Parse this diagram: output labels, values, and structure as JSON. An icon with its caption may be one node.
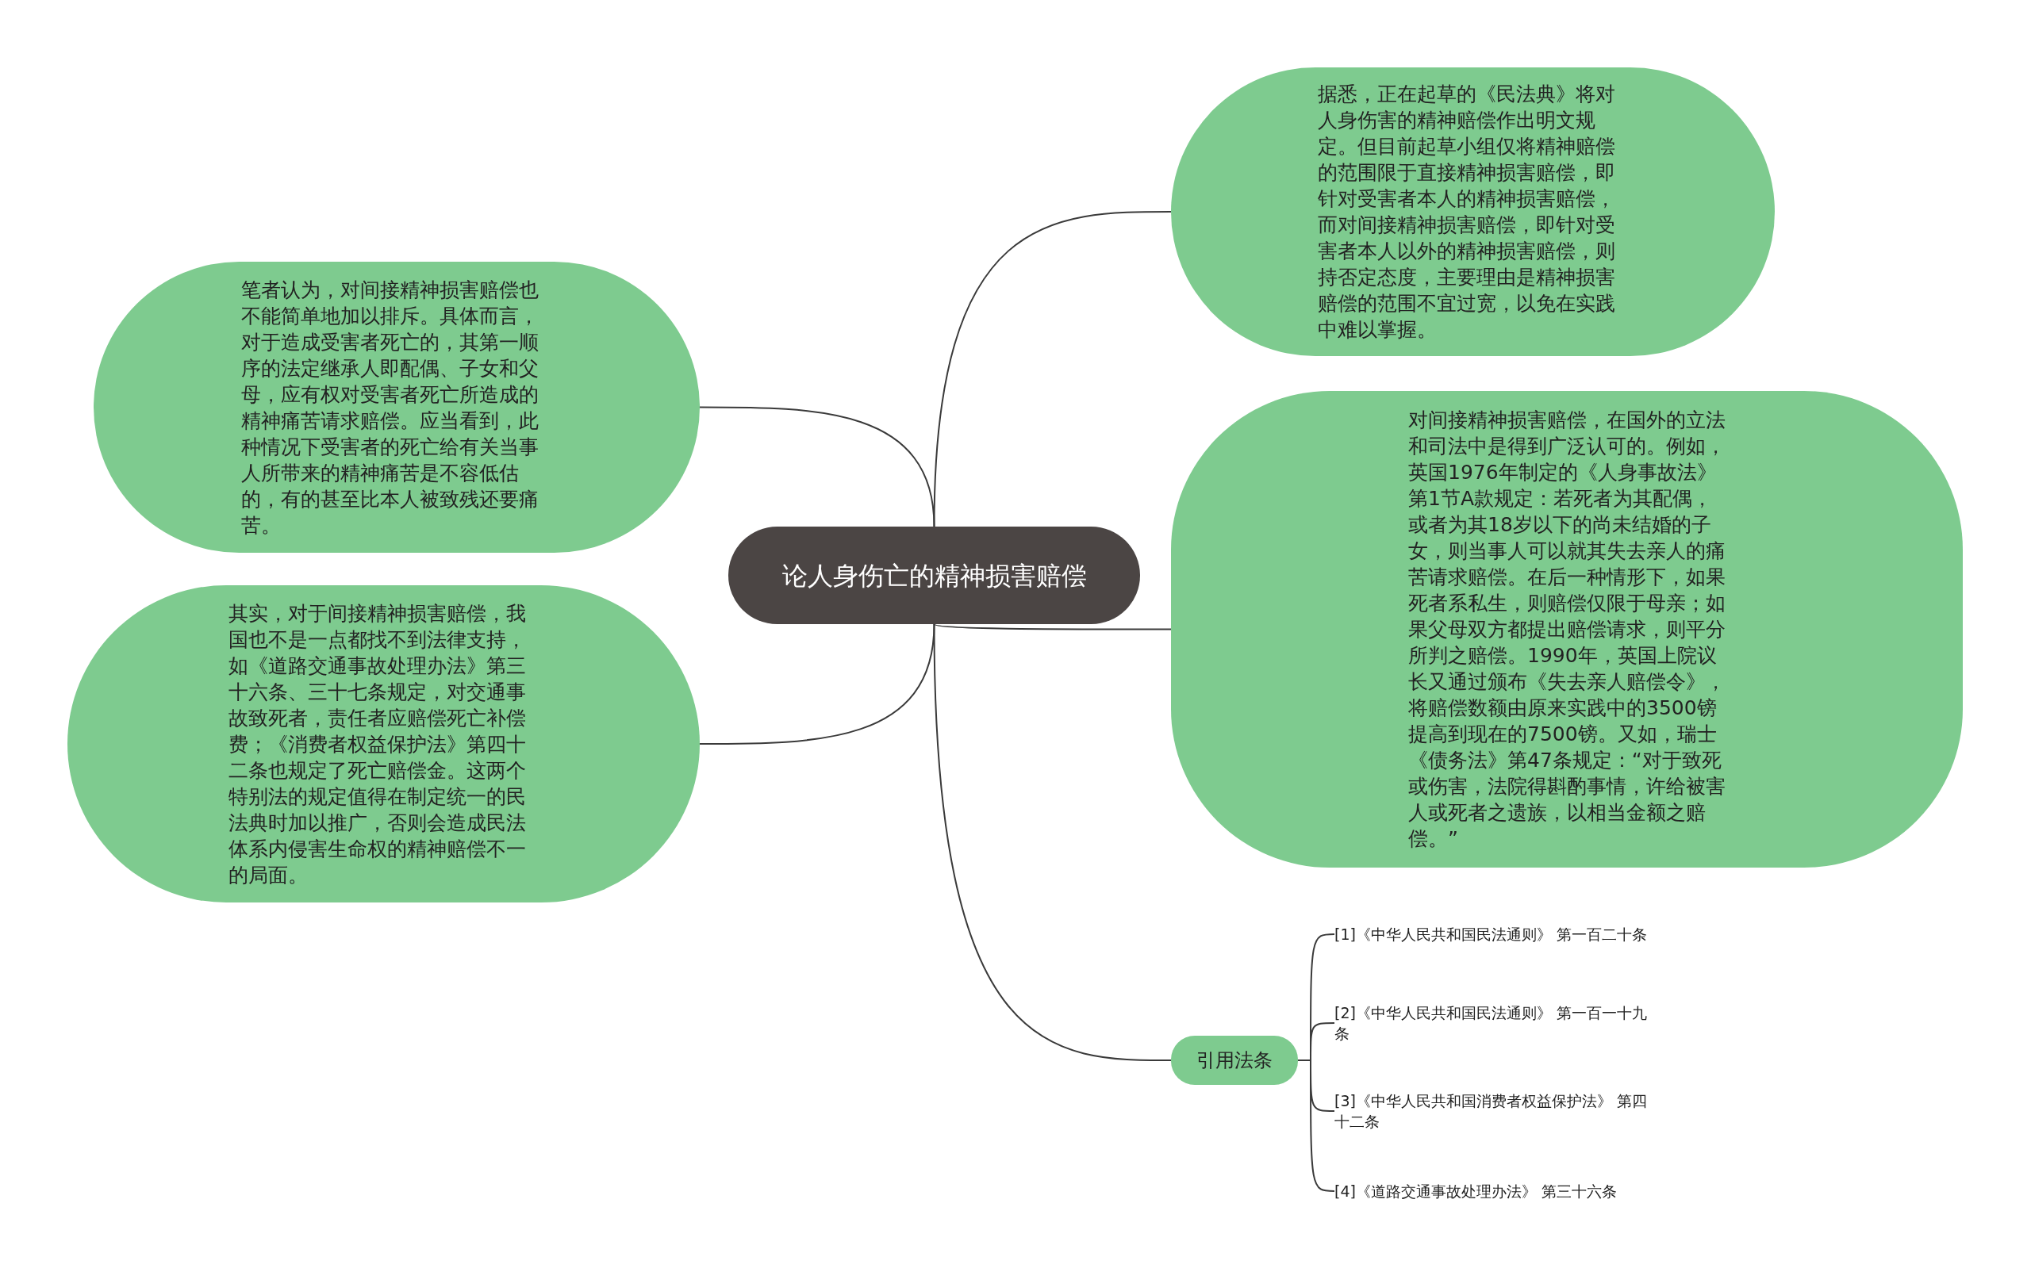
{
  "diagram": {
    "nodes": [
      {
        "text": [
          "论人身伤亡的精神损害赔偿"
        ]
      },
      {
        "text": [
          "笔者认为，对间接精神损害赔偿也不能简单地加以排斥。具体而言，对于造成受害者死亡的，其第一顺序的法定继承人即配偶、子女和父母，应有权对受害者死亡所造成的精神痛苦请求赔偿。应当看到，此种情况下受害者的死亡给有关当事人所带来的精神痛苦是不容低估的，有的甚至比本人被致残还要痛苦。"
        ]
      },
      {
        "text": [
          "其实，对于间接精神损害赔偿，我国也不是一点都找不到法律支持，如《道路交通事故处理办法》第三十六条、三十七条规定，对交通事故致死者，责任者应赔偿死亡补偿费；《消费者权益保护法》第四十二条也规定了死亡赔偿金。这两个特别法的规定值得在制定统一的民法典时加以推广，否则会造成民法体系内侵害生命权的精神赔偿不一的局面。"
        ]
      },
      {
        "text": [
          "据悉，正在起草的《民法典》将对人身伤害的精神赔偿作出明文规定。但目前起草小组仅将精神赔偿的范围限于直接精神损害赔偿，即针对受害者本人的精神损害赔偿，而对间接精神损害赔偿，即针对受害者本人以外的精神损害赔偿，则持否定态度，主要理由是精神损害赔偿的范围不宜过宽，以免在实践中难以掌握。"
        ]
      },
      {
        "text": [
          "对间接精神损害赔偿，在国外的立法和司法中是得到广泛认可的。例如，英国1976年制定的《人身事故法》第1节A款规定：若死者为其配偶，或者为其18岁以下的尚未结婚的子女，则当事人可以就其失去亲人的痛苦请求赔偿。在后一种情形下，如果死者系私生，则赔偿仅限于母亲；如果父母双方都提出赔偿请求，则平分所判之赔偿。1990年，英国上院议长又通过颁布《失去亲人赔偿令》，将赔偿数额由原来实践中的3500镑提高到现在的7500镑。又如，瑞士《债务法》第47条规定：“对于致死或伤害，法院得斟酌事情，许给被害人或死者之遗族，以相当金额之赔偿。”"
        ]
      },
      {
        "text": [
          "引用法条"
        ]
      },
      {
        "text": [
          "[1]《中华人民共和国民法通则》 第一百二十条"
        ]
      },
      {
        "text": [
          "[2]《中华人民共和国民法通则》 第一百一十九条"
        ]
      },
      {
        "text": [
          "[3]《中华人民共和国消费者权益保护法》 第四十二条"
        ]
      },
      {
        "text": [
          "[4]《道路交通事故处理办法》 第三十六条"
        ]
      }
    ],
    "edges": [
      {
        "from": 0,
        "to": 1,
        "arrow": "none"
      },
      {
        "from": 0,
        "to": 2,
        "arrow": "none"
      },
      {
        "from": 0,
        "to": 3,
        "arrow": "none"
      },
      {
        "from": 0,
        "to": 4,
        "arrow": "none"
      },
      {
        "from": 0,
        "to": 5,
        "arrow": "none"
      },
      {
        "from": 5,
        "to": 6,
        "arrow": "none"
      },
      {
        "from": 5,
        "to": 7,
        "arrow": "none"
      },
      {
        "from": 5,
        "to": 8,
        "arrow": "none"
      },
      {
        "from": 5,
        "to": 9,
        "arrow": "none"
      }
    ]
  }
}
